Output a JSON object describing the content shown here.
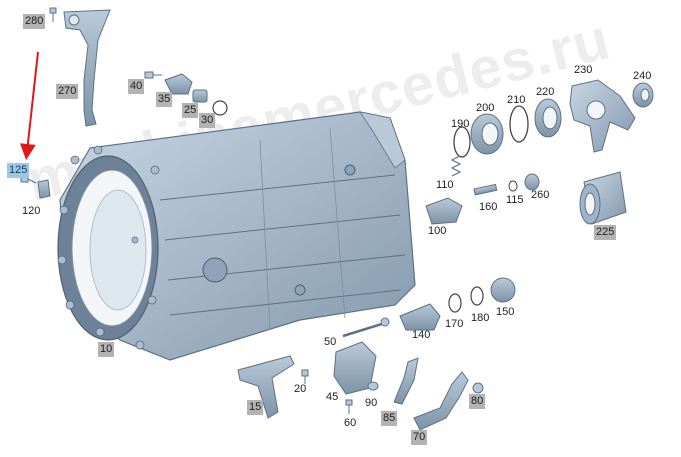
{
  "diagram": {
    "watermark": "mychinamercedes.ru",
    "highlighted_part": "125",
    "colors": {
      "part_fill": "#9fb4c8",
      "part_dark": "#7a8fa3",
      "part_stroke": "#5e7184",
      "label_bg": "#b3b3b3",
      "highlight_bg": "#9cc8e6",
      "arrow": "#e0181b"
    },
    "labels": {
      "p280": "280",
      "p270": "270",
      "p40": "40",
      "p35": "35",
      "p25": "25",
      "p30": "30",
      "p125": "125",
      "p120": "120",
      "p10": "10",
      "p190": "190",
      "p200": "200",
      "p210": "210",
      "p220": "220",
      "p230": "230",
      "p240": "240",
      "p110": "110",
      "p100": "100",
      "p160": "160",
      "p115": "115",
      "p260": "260",
      "p225": "225",
      "p50": "50",
      "p140": "140",
      "p170": "170",
      "p180": "180",
      "p150": "150",
      "p20": "20",
      "p15": "15",
      "p45": "45",
      "p90": "90",
      "p60": "60",
      "p85": "85",
      "p70": "70",
      "p80": "80"
    }
  }
}
